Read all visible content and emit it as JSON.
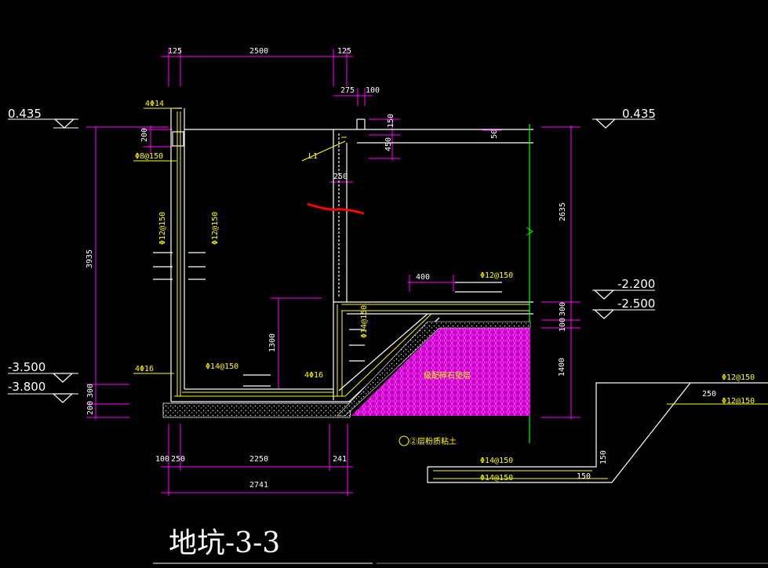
{
  "title": "地坑-3-3",
  "levels": {
    "top_left": "0.435",
    "top_right": "0.435",
    "mid_right_1": "-2.200",
    "mid_right_2": "-2.500",
    "bot_left_1": "-3.500",
    "bot_left_2": "-3.800"
  },
  "dims": {
    "top_125_left": "125",
    "top_2500": "2500",
    "top_125_right": "125",
    "d275": "275",
    "d100_top": "100",
    "d150_top": "150",
    "d450": "450",
    "d50": "50",
    "d250_mid": "250",
    "d200_top": "200",
    "d3935": "3935",
    "d2635": "2635",
    "d300_r": "300",
    "d100_r": "100",
    "d1400": "1400",
    "d1300": "1300",
    "d400": "400",
    "d200_bot": "200",
    "d300_bot": "300",
    "b100": "100",
    "b250": "250",
    "b2250": "2250",
    "b241": "241",
    "b2741": "2741",
    "detail_250": "250",
    "detail_150_v": "150",
    "detail_150_h": "150"
  },
  "rebar": {
    "r1": "4Φ14",
    "r2": "Φ8@150",
    "r3": "Φ12@150",
    "r4": "Φ12@150",
    "r5": "L1",
    "r6": "Φ12@150",
    "r7": "Φ14@150",
    "r8": "4Φ16",
    "r9": "Φ14@150",
    "r10": "4Φ16",
    "r11": "Φ12@150",
    "r12": "Φ12@150",
    "r13": "Φ14@150",
    "r14": "Φ14@150"
  },
  "labels": {
    "gravel": "级配碎石垫层",
    "soil": "②层粉质粘土"
  },
  "colors": {
    "background": "#000000",
    "dimension": "#ff00ff",
    "wall": "#ffffff",
    "rebar": "#ffff00",
    "ground": "#00ff00",
    "markup": "#ff0000"
  }
}
